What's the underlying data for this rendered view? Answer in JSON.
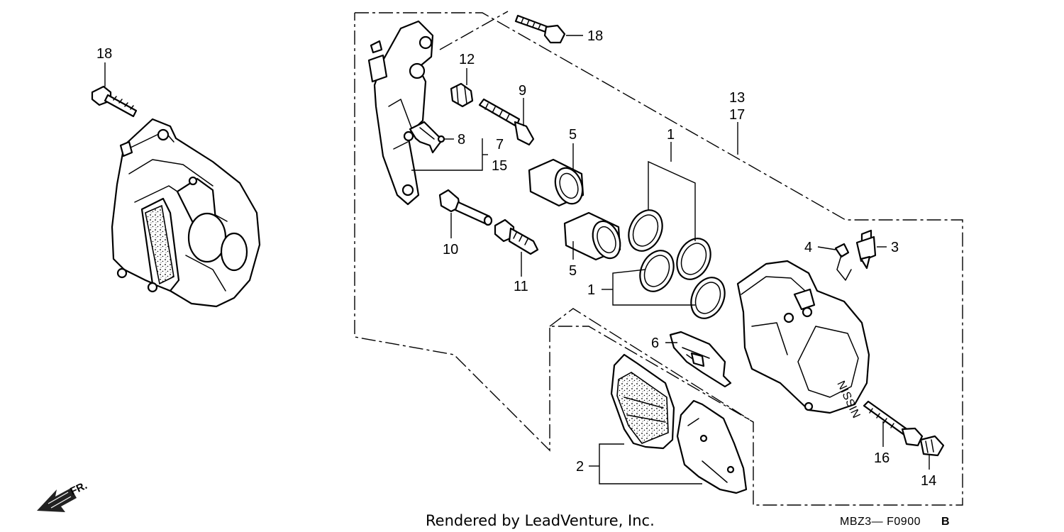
{
  "callouts": {
    "c18_left": "18",
    "c18_top": "18",
    "c12": "12",
    "c9": "9",
    "c8": "8",
    "c7": "7",
    "c15": "15",
    "c10": "10",
    "c11": "11",
    "c5_top": "5",
    "c5_bottom": "5",
    "c1_top": "1",
    "c1_left": "1",
    "c13": "13",
    "c17": "17",
    "c4": "4",
    "c3": "3",
    "c6": "6",
    "c2": "2",
    "c16": "16",
    "c14": "14"
  },
  "footer": {
    "credit": "Rendered by LeadVenture, Inc.",
    "diagram_code": "MBZ3— F0900",
    "diagram_code_suffix": "B"
  },
  "direction_indicator": {
    "label": "FR."
  },
  "icons": {
    "direction_arrow": "front-direction-arrow-icon"
  }
}
